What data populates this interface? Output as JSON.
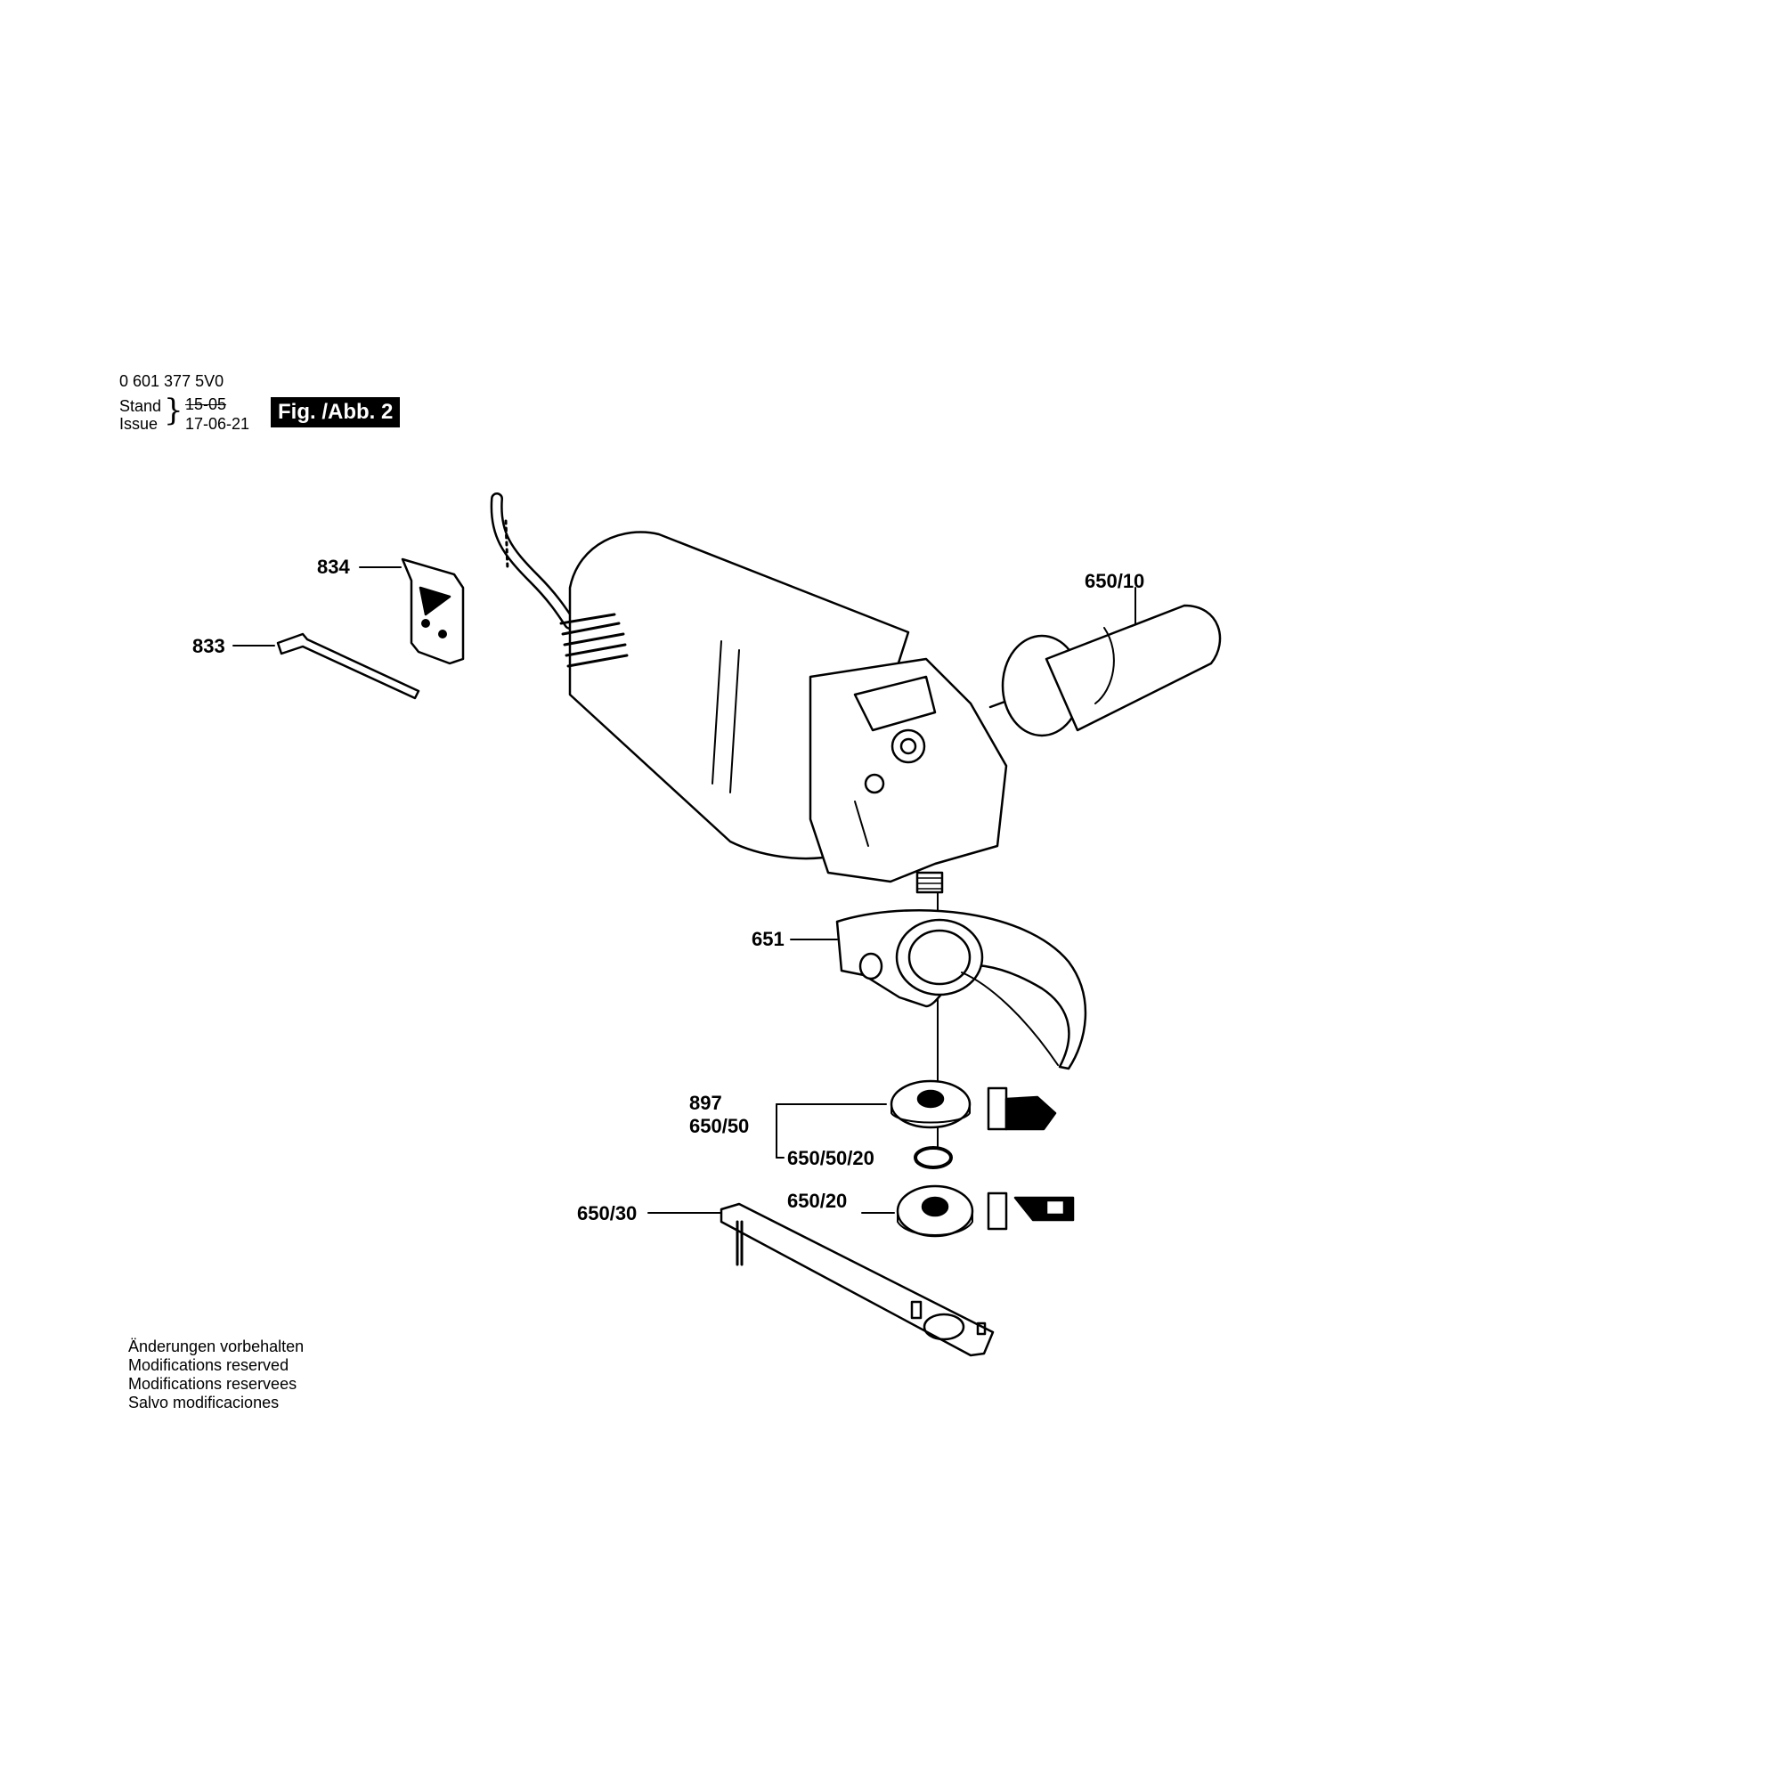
{
  "header": {
    "part_number": "0 601 377 5V0",
    "stand_label": "Stand",
    "issue_label": "Issue",
    "stand_date": "15-05",
    "issue_date": "17-06-21",
    "figure_label": "Fig. /Abb. 2"
  },
  "parts": {
    "p834": "834",
    "p833": "833",
    "p650_10": "650/10",
    "p651": "651",
    "p897": "897",
    "p650_50": "650/50",
    "p650_50_20": "650/50/20",
    "p650_20": "650/20",
    "p650_30": "650/30"
  },
  "footer": {
    "lines": [
      "Änderungen vorbehalten",
      "Modifications reserved",
      "Modifications reservees",
      "Salvo modificaciones"
    ]
  }
}
